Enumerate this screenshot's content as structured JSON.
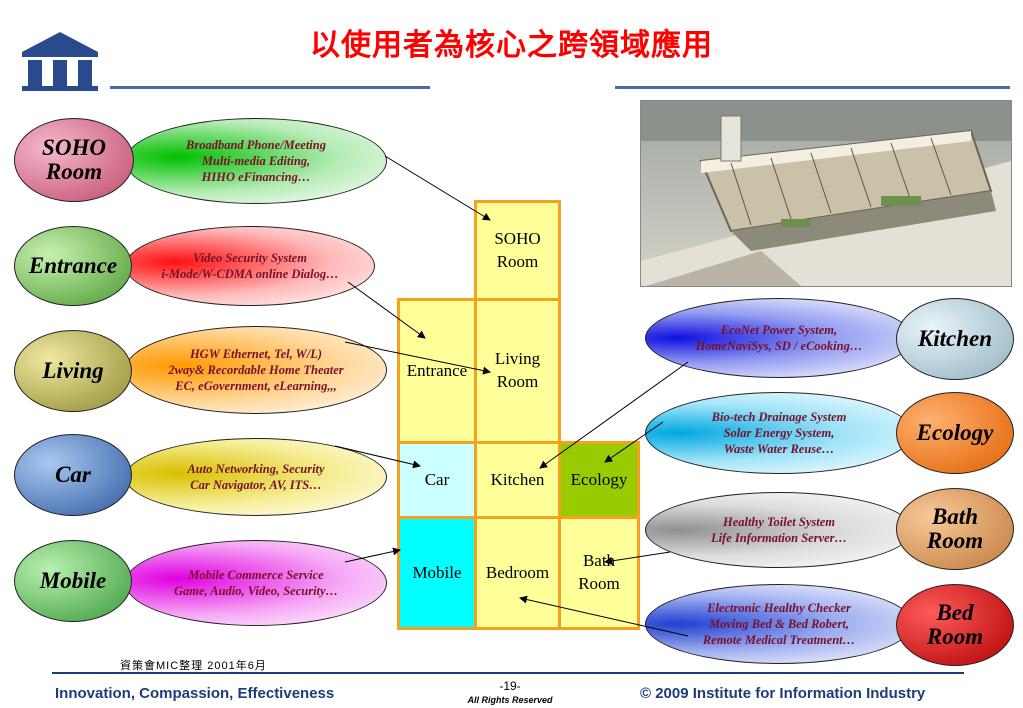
{
  "header": {
    "title": "以使用者為核心之跨領域應用"
  },
  "left_items": [
    {
      "category": "SOHO\nRoom",
      "desc": "Broadband Phone/Meeting\nMulti-media Editing,\nHIHO eFinancing…"
    },
    {
      "category": "Entrance",
      "desc": "Video Security System\ni-Mode/W-CDMA online Dialog…"
    },
    {
      "category": "Living",
      "desc": "HGW Ethernet, Tel, W/L)\n2way& Recordable Home Theater\nEC, eGovernment, eLearning,,,"
    },
    {
      "category": "Car",
      "desc": "Auto Networking, Security\nCar Navigator, AV, ITS…"
    },
    {
      "category": "Mobile",
      "desc": "Mobile Commerce Service\nGame, Audio, Video, Security…"
    }
  ],
  "right_items": [
    {
      "category": "Kitchen",
      "desc": "EcoNet Power System,\nHomeNaviSys, SD / eCooking…"
    },
    {
      "category": "Ecology",
      "desc": "Bio-tech Drainage System\nSolar Energy System,\nWaste Water Reuse…"
    },
    {
      "category": "Bath\nRoom",
      "desc": "Healthy Toilet System\nLife Information Server…"
    },
    {
      "category": "Bed\nRoom",
      "desc": "Electronic Healthy Checker\nMoving Bed & Bed Robert,\nRemote Medical Treatment…"
    }
  ],
  "grid": {
    "soho": "SOHO\nRoom",
    "entrance": "Entrance",
    "living": "Living\nRoom",
    "car": "Car",
    "kitchen": "Kitchen",
    "ecology": "Ecology",
    "mobile": "Mobile",
    "bedroom": "Bedroom",
    "bath": "Bath\nRoom"
  },
  "colors": {
    "cell_yellow": "#ffff99",
    "cell_cyan": "#ccffff",
    "cell_cyan_strong": "#00ffff",
    "cell_green": "#99cc00",
    "cell_border": "#f4a11f",
    "title_red": "#ff0000"
  },
  "source_note": "資策會MIC整理 2001年6月",
  "footer": {
    "left": "Innovation, Compassion, Effectiveness",
    "page": "-19-",
    "rights": "All Rights Reserved",
    "copyright": "© 2009 Institute for Information Industry"
  }
}
